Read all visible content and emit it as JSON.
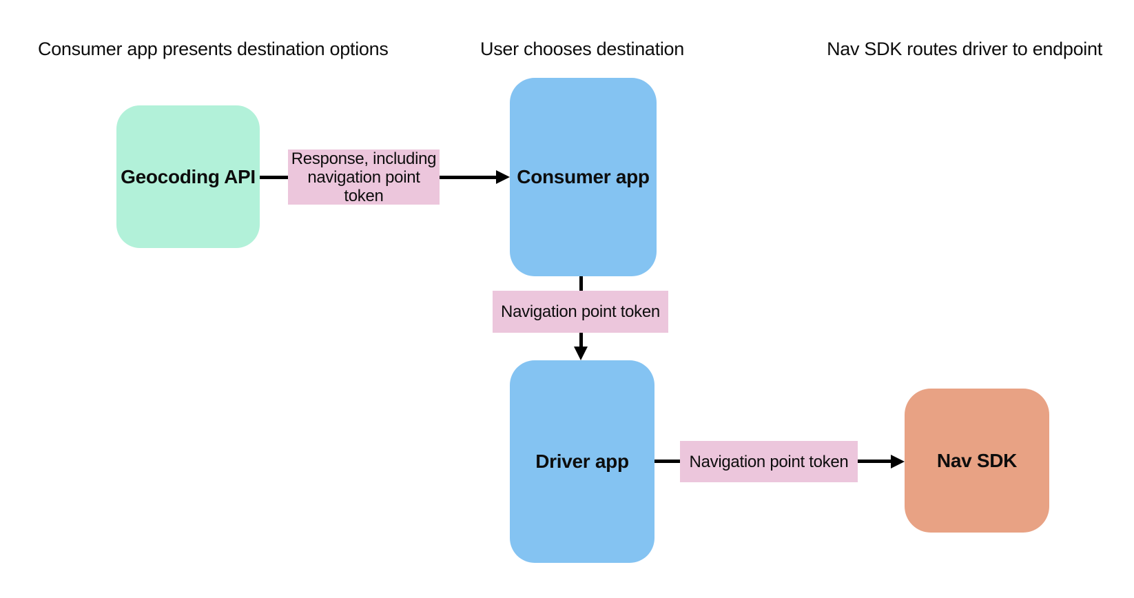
{
  "diagram": {
    "background": "#ffffff",
    "arrow_color": "#000000",
    "text_color": "#0d0d0d",
    "stage_headers": [
      {
        "label": "Consumer app presents destination options"
      },
      {
        "label": "User chooses destination"
      },
      {
        "label": "Nav SDK routes driver to endpoint"
      }
    ],
    "nodes": [
      {
        "id": "geocoding-api",
        "label": "Geocoding API",
        "fill": "#b2f1d9"
      },
      {
        "id": "consumer-app",
        "label": "Consumer app",
        "fill": "#84c3f2"
      },
      {
        "id": "driver-app",
        "label": "Driver app",
        "fill": "#84c3f2"
      },
      {
        "id": "nav-sdk",
        "label": "Nav SDK",
        "fill": "#e8a284"
      }
    ],
    "edges": [
      {
        "from": "geocoding-api",
        "to": "consumer-app",
        "label": "Response, including navigation point token",
        "label_fill": "#ecc6dc"
      },
      {
        "from": "consumer-app",
        "to": "driver-app",
        "label": "Navigation point token",
        "label_fill": "#ecc6dc"
      },
      {
        "from": "driver-app",
        "to": "nav-sdk",
        "label": "Navigation point token",
        "label_fill": "#ecc6dc"
      }
    ]
  }
}
